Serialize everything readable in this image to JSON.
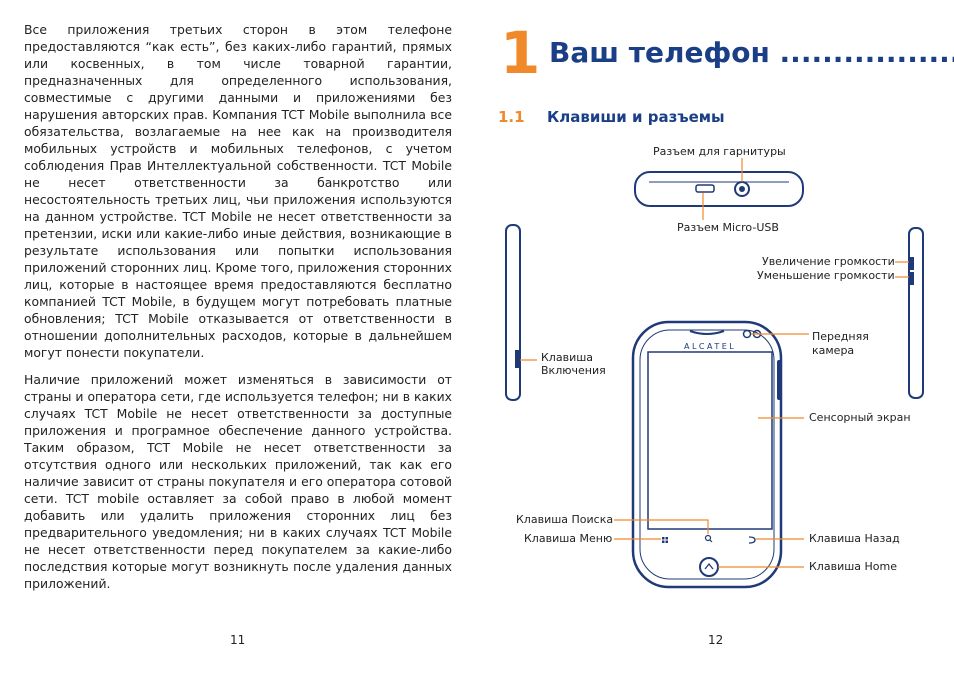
{
  "left_page": {
    "paragraph1": "Все приложения третьих сторон в этом телефоне предоставляются “как есть”, без каких-либо гарантий, прямых или косвенных, в том числе товарной гарантии, предназначенных для определенного использования, совместимые с другими данными и приложениями без нарушения авторских прав. Компания TCT Mobile выполнила все обязательства, возлагаемые на нее как на производителя мобильных устройств и мобильных телефонов, с учетом соблюдения Прав Интеллектуальной собственности. TCT Mobile не несет ответственности за банкротство или несостоятельность третьих лиц, чьи приложения используются на данном устройстве. TCT Mobile не несет ответственности за претензии, иски или какие-либо иные действия, возникающие в результате использования или попытки использования приложений сторонних лиц. Кроме того, приложения сторонних лиц, которые в настоящее время предоставляются бесплатно компанией TCT Mobile, в будущем могут потребовать платные обновления; TCT Mobile отказывается от ответственности в отношении дополнительных расходов, которые в дальнейшем могут понести покупатели.",
    "paragraph2": "Наличие приложений может изменяться в зависимости от страны и оператора сети, где используется телефон; ни в каких случаях TCT Mobile не несет ответственности за доступные приложения и програмное обеспечение данного устройства. Таким образом, TCT Mobile не несет ответственности за отсутствия одного или нескольких приложений, так как его наличие зависит от страны покупателя и его оператора сотовой сети. TCT mobile оставляет за собой право в любой момент добавить или удалить приложения сторонних лиц без предварительного уведомления; ни в каких случаях TCT Mobile не несет ответственности перед покупателем за какие-либо последствия которые могут возникнуть после удаления данных приложений.",
    "page_number": "11"
  },
  "right_page": {
    "chapter_number": "1",
    "chapter_title": "Ваш телефон ..................",
    "section_number": "1.1",
    "section_title": "Клавиши и разъемы",
    "page_number": "12",
    "brand": "ALCATEL",
    "labels": {
      "headset_jack": "Разъем для гарнитуры",
      "micro_usb": "Разъем Micro-USB",
      "volume_up": "Увеличение громкости",
      "volume_down": "Уменьшение громкости",
      "power_key_line1": "Клавиша",
      "power_key_line2": "Включения",
      "front_camera_line1": "Передняя",
      "front_camera_line2": "камера",
      "touch_screen": "Сенсорный экран",
      "search_key": "Клавиша Поиска",
      "menu_key": "Клавиша Меню",
      "back_key": "Клавиша Назад",
      "home_key": "Клавиша Home"
    }
  },
  "colors": {
    "accent_orange": "#f0892a",
    "heading_blue": "#1b3f86",
    "phone_outline": "#1f3a78"
  }
}
